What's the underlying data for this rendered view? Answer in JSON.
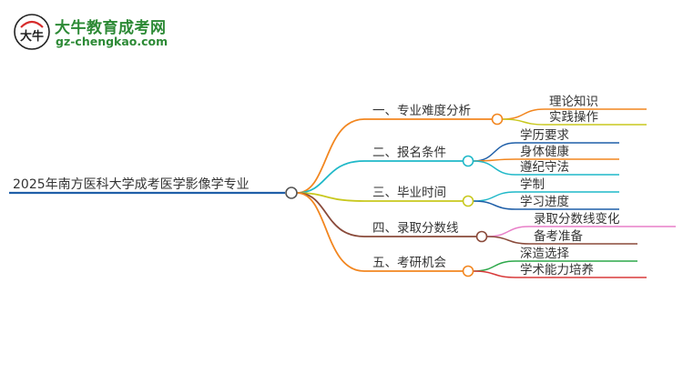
{
  "logo": {
    "mark_text": "大牛",
    "title": "大牛教育成考网",
    "url": "gz-chengkao.com"
  },
  "mindmap": {
    "root": "2025年南方医科大学成考医学影像学专业",
    "branches": [
      {
        "label": "一、专业难度分析",
        "color": "#f2861f",
        "children": [
          {
            "label": "理论知识",
            "color": "#f2861f"
          },
          {
            "label": "实践操作",
            "color": "#c8c81e"
          }
        ]
      },
      {
        "label": "二、报名条件",
        "color": "#1fb8c8",
        "children": [
          {
            "label": "学历要求",
            "color": "#1f5fa8"
          },
          {
            "label": "身体健康",
            "color": "#f2861f"
          },
          {
            "label": "遵纪守法",
            "color": "#1fb8c8"
          }
        ]
      },
      {
        "label": "三、毕业时间",
        "color": "#c8c81e",
        "children": [
          {
            "label": "学制",
            "color": "#1fb8c8"
          },
          {
            "label": "学习进度",
            "color": "#1f5fa8"
          }
        ]
      },
      {
        "label": "四、录取分数线",
        "color": "#8a4a3a",
        "children": [
          {
            "label": "录取分数线变化",
            "color": "#e87fc8"
          },
          {
            "label": "备考准备",
            "color": "#8a4a3a"
          }
        ]
      },
      {
        "label": "五、考研机会",
        "color": "#f2861f",
        "children": [
          {
            "label": "深造选择",
            "color": "#2da84a"
          },
          {
            "label": "学术能力培养",
            "color": "#d83a3a"
          }
        ]
      }
    ]
  }
}
